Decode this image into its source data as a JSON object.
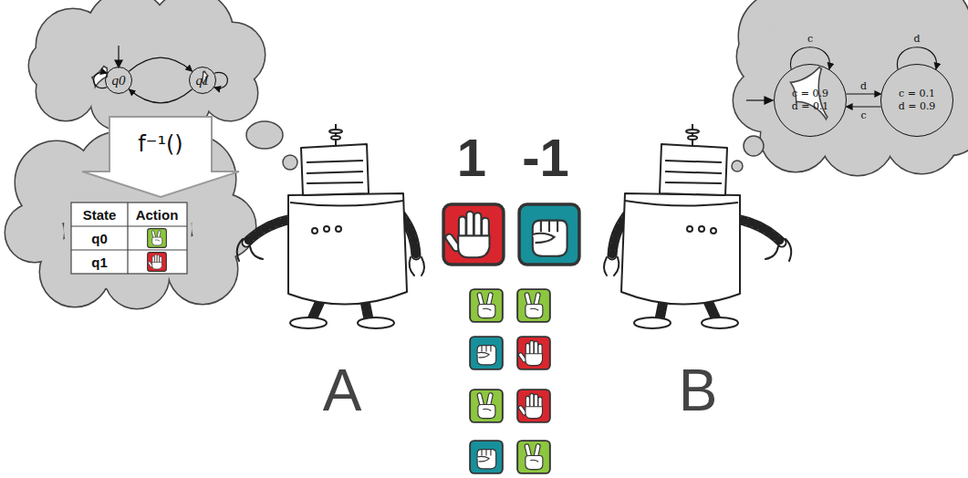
{
  "diagram": {
    "nodes": [
      {
        "text": [
          "q0"
        ]
      },
      {
        "text": [
          "q1"
        ]
      },
      {
        "text": [
          "c = 0.9",
          "d = 0.1"
        ]
      },
      {
        "text": [
          "c = 0.1",
          "d = 0.9"
        ]
      }
    ],
    "edges": [
      {
        "from": 0,
        "to": 0,
        "arrow": "to"
      },
      {
        "from": 1,
        "to": 1,
        "arrow": "to"
      },
      {
        "from": 0,
        "to": 1,
        "arrow": "to"
      },
      {
        "from": 1,
        "to": 0,
        "arrow": "to"
      },
      {
        "from": 2,
        "to": 2,
        "label": "c",
        "arrow": "to"
      },
      {
        "from": 3,
        "to": 3,
        "label": "d",
        "arrow": "to"
      },
      {
        "from": 2,
        "to": 3,
        "label": "d",
        "arrow": "to"
      },
      {
        "from": 3,
        "to": 2,
        "label": "c",
        "arrow": "to"
      }
    ],
    "labels": [
      "f⁻¹()",
      "State",
      "Action",
      "q0",
      "q1",
      "1",
      "-1",
      "A",
      "B"
    ]
  }
}
